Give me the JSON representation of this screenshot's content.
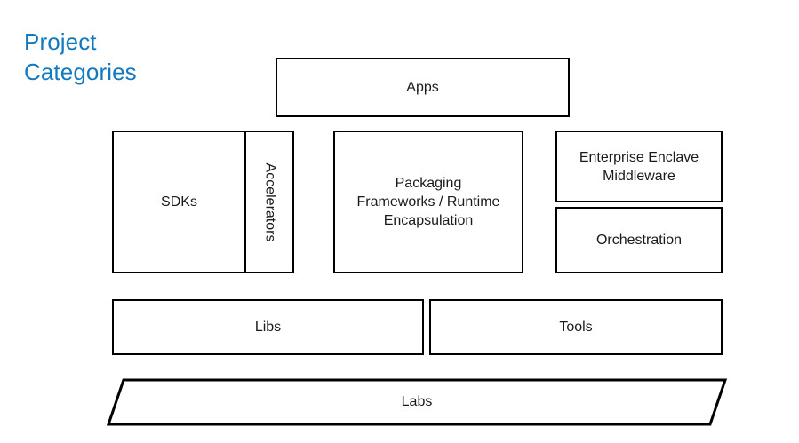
{
  "slide": {
    "title": "Project\nCategories",
    "title_color": "#1379bf",
    "background_color": "#ffffff",
    "border_color": "#000000",
    "text_color": "#1a1a1a"
  },
  "rows": {
    "apps": {
      "label": "Apps"
    },
    "platform": {
      "sdks": {
        "label": "SDKs"
      },
      "accelerators": {
        "label": "Accelerators",
        "orientation": "vertical"
      },
      "packaging": {
        "label": "Packaging\nFrameworks / Runtime\nEncapsulation"
      },
      "enterprise": {
        "label": "Enterprise Enclave\nMiddleware"
      },
      "orchestration": {
        "label": "Orchestration"
      }
    },
    "support": {
      "libs": {
        "label": "Libs"
      },
      "tools": {
        "label": "Tools"
      }
    },
    "labs": {
      "label": "Labs",
      "shape": "parallelogram"
    }
  }
}
